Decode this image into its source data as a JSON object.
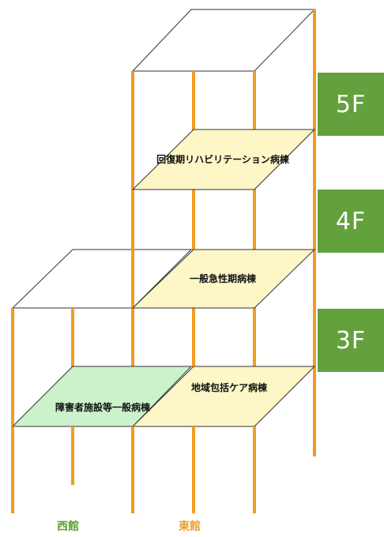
{
  "floor_badges": [
    {
      "label": "5F"
    },
    {
      "label": "4F"
    },
    {
      "label": "3F"
    }
  ],
  "wards": {
    "east_5f": "回復期リハビリテーション病棟",
    "east_4f": "一般急性期病棟",
    "east_3f": "地域包括ケア病棟",
    "west_3f": "障害者施設等一般病棟"
  },
  "buildings": {
    "west": "西館",
    "east": "東館"
  },
  "colors": {
    "pillar": "#f29c1f",
    "yellow_floor": "#fdf6c6",
    "green_floor": "#ccf2cc",
    "badge": "#63a13d",
    "west_label": "#5aa02c",
    "east_label": "#f29c1f"
  }
}
